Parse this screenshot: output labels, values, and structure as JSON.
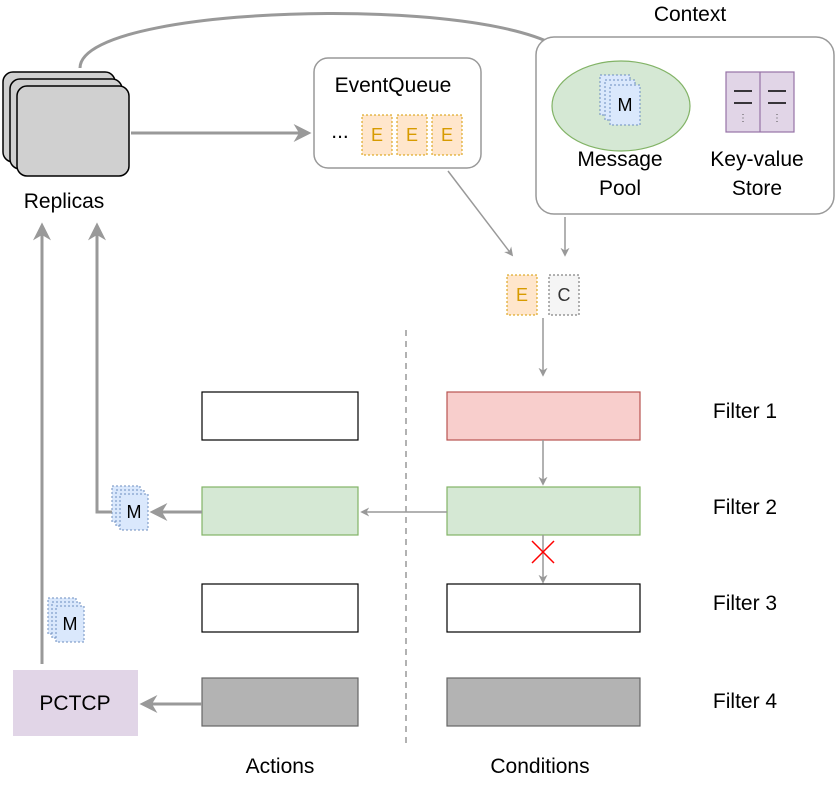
{
  "replicas": {
    "label": "Replicas"
  },
  "event_queue": {
    "title": "EventQueue",
    "ellipsis": "...",
    "items": [
      "E",
      "E",
      "E"
    ]
  },
  "context": {
    "title": "Context",
    "message_pool": {
      "label_line1": "Message",
      "label_line2": "Pool",
      "icon_letter": "M"
    },
    "kv_store": {
      "label_line1": "Key-value",
      "label_line2": "Store"
    }
  },
  "pair": {
    "event": "E",
    "context": "C"
  },
  "filters": [
    {
      "label": "Filter 1"
    },
    {
      "label": "Filter 2"
    },
    {
      "label": "Filter 3"
    },
    {
      "label": "Filter 4"
    }
  ],
  "message_icons": {
    "letter": "M"
  },
  "pctcp": {
    "label": "PCTCP"
  },
  "columns": {
    "actions": "Actions",
    "conditions": "Conditions"
  },
  "colors": {
    "event_fill": "#ffe6cc",
    "event_stroke": "#d79b00",
    "message_fill": "#dae8fc",
    "message_stroke": "#6c8ebf",
    "pool_fill": "#d5e8d4",
    "pool_stroke": "#82b366",
    "kv_fill": "#e1d5e7",
    "kv_stroke": "#9673a6",
    "filter1_fill": "#f8cecc",
    "filter1_stroke": "#b85450",
    "filter2_fill": "#d5e8d4",
    "filter2_stroke": "#82b366",
    "filter4_fill": "#b3b3b3",
    "arrow": "#999999",
    "cross": "#ff0000"
  }
}
